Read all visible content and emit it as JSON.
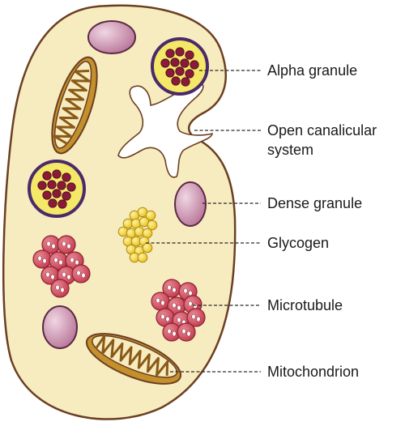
{
  "labels": {
    "alpha_granule": "Alpha granule",
    "open_canalicular_1": "Open canalicular",
    "open_canalicular_2": "system",
    "dense_granule": "Dense granule",
    "glycogen": "Glycogen",
    "microtubule": "Microtubule",
    "mitochondrion": "Mitochondrion"
  },
  "colors": {
    "cytoplasm": "#f7ecc0",
    "membrane": "#6b3f22",
    "dense_granule": "#c689a7",
    "alpha_ring": "#4a2a6a",
    "alpha_fill": "#f3e867",
    "alpha_dot": "#8a1a3a",
    "glycogen": "#f2d33a",
    "microtubule": "#cf4b5c",
    "mitochondrion": "#c4902c",
    "canal": "#ffffff"
  }
}
